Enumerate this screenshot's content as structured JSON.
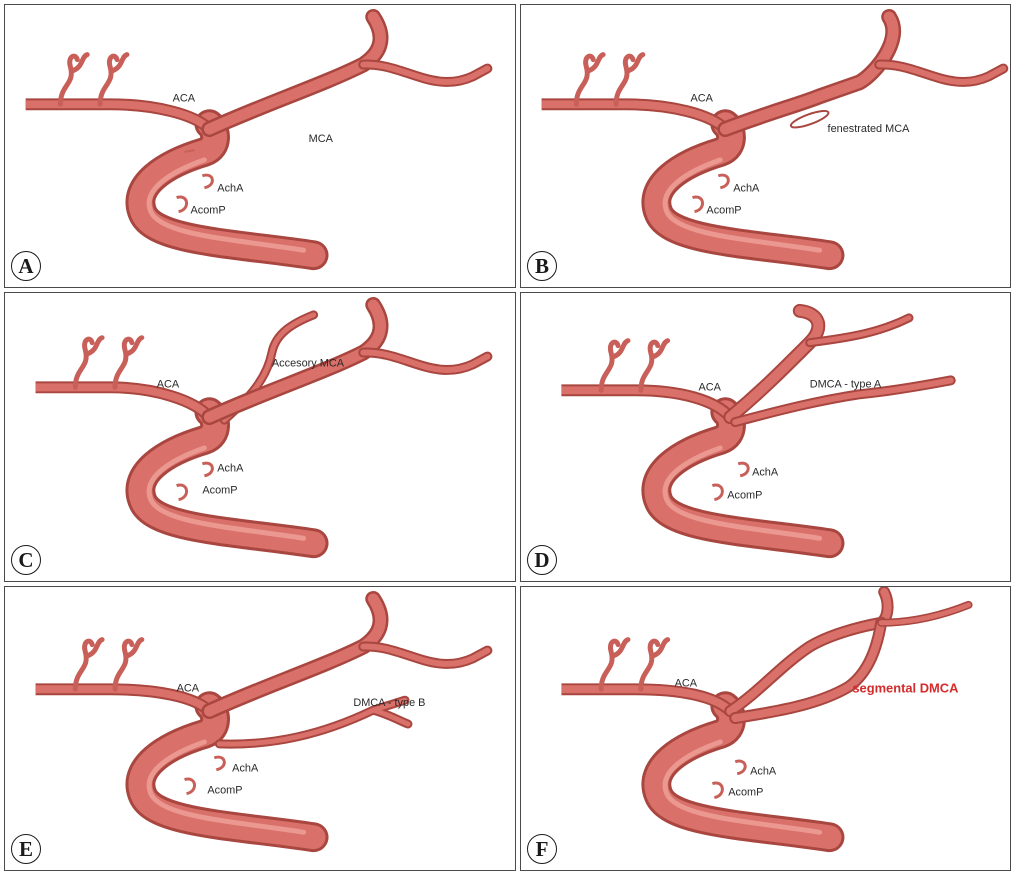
{
  "panels": [
    {
      "letter": "A",
      "labels": {
        "aca": "ACA",
        "mca": "MCA",
        "acha": "AchA",
        "acomp": "AcomP"
      }
    },
    {
      "letter": "B",
      "labels": {
        "aca": "ACA",
        "variant": "fenestrated MCA",
        "acha": "AchA",
        "acomp": "AcomP"
      }
    },
    {
      "letter": "C",
      "labels": {
        "aca": "ACA",
        "variant": "Accesory MCA",
        "acha": "AchA",
        "acomp": "AcomP"
      }
    },
    {
      "letter": "D",
      "labels": {
        "aca": "ACA",
        "variant": "DMCA - type A",
        "acha": "AchA",
        "acomp": "AcomP"
      }
    },
    {
      "letter": "E",
      "labels": {
        "aca": "ACA",
        "variant": "DMCA - type B",
        "acha": "AchA",
        "acomp": "AcomP"
      }
    },
    {
      "letter": "F",
      "labels": {
        "aca": "ACA",
        "variant": "segmental DMCA",
        "acha": "AchA",
        "acomp": "AcomP"
      }
    }
  ],
  "colors": {
    "vessel": "#d9706a",
    "vessel_dark": "#a8463f",
    "vessel_light": "#f2aaa3",
    "highlight_label": "#d42b2b"
  }
}
